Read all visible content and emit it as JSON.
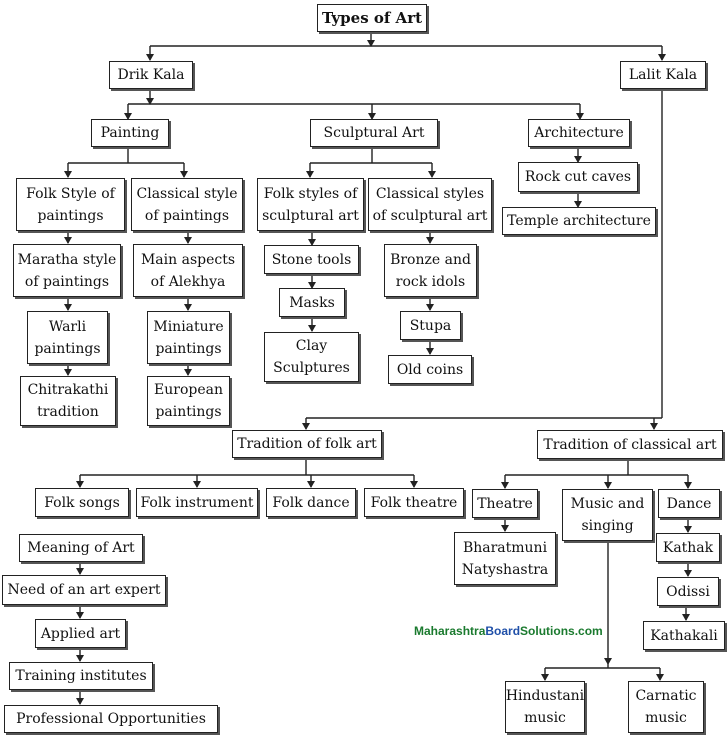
{
  "nodes": {
    "types_of_art": "Types of Art",
    "drik_kala": "Drik Kala",
    "lalit_kala": "Lalit Kala",
    "painting": "Painting",
    "sculptural_art": "Sculptural Art",
    "architecture": "Architecture",
    "rock_cut_caves": "Rock cut caves",
    "temple_architecture": "Temple architecture",
    "folk_style_paintings": "Folk Style of\npaintings",
    "classical_style_paintings": "Classical style\nof paintings",
    "folk_styles_sculptural": "Folk styles of\nsculptural art",
    "classical_styles_sculptural": "Classical styles\nof sculptural art",
    "maratha_style": "Maratha style\nof paintings",
    "main_aspects_alekhya": "Main aspects\nof Alekhya",
    "warli_paintings": "Warli\npaintings",
    "miniature_paintings": "Miniature\npaintings",
    "chitrakathi_tradition": "Chitrakathi\ntradition",
    "european_paintings": "European\npaintings",
    "stone_tools": "Stone tools",
    "masks": "Masks",
    "clay_sculptures": "Clay\nSculptures",
    "bronze_rock_idols": "Bronze and\nrock idols",
    "stupa": "Stupa",
    "old_coins": "Old coins",
    "tradition_folk_art": "Tradition of folk art",
    "tradition_classical_art": "Tradition of classical art",
    "folk_songs": "Folk songs",
    "folk_instrument": "Folk instrument",
    "folk_dance": "Folk dance",
    "folk_theatre": "Folk theatre",
    "theatre": "Theatre",
    "music_singing": "Music and\nsinging",
    "dance": "Dance",
    "bharatmuni": "Bharatmuni\nNatyshastra",
    "kathak": "Kathak",
    "odissi": "Odissi",
    "kathakali": "Kathakali",
    "hindustani_music": "Hindustani\nmusic",
    "carnatic_music": "Carnatic\nmusic",
    "meaning_of_art": "Meaning of Art",
    "need_art_expert": "Need of an art expert",
    "applied_art": "Applied art",
    "training_institutes": "Training institutes",
    "professional_opportunities": "Professional Opportunities"
  },
  "watermark": {
    "part1": "Maharashtra",
    "part2": "Board",
    "part3": "Solutions.com"
  }
}
